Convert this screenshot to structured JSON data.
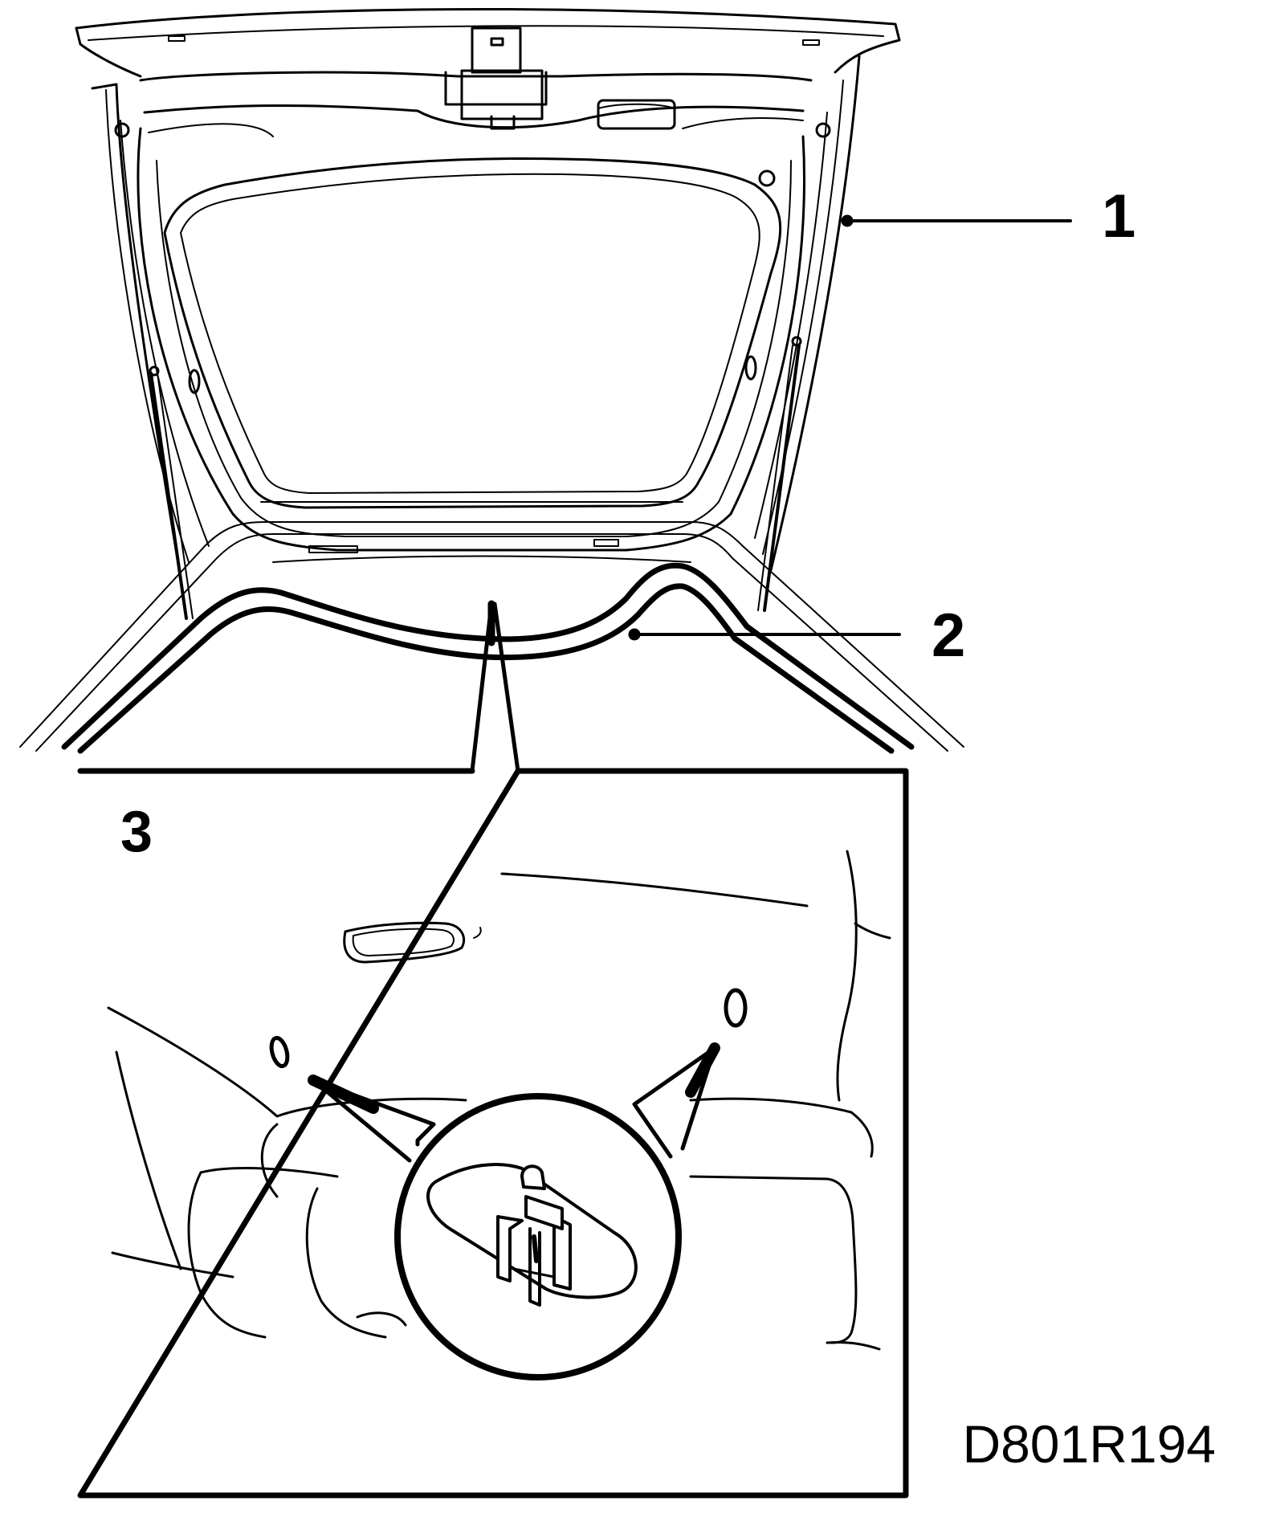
{
  "callouts": {
    "one": "1",
    "two": "2",
    "three": "3"
  },
  "figure_code": "D801R194",
  "colors": {
    "line": "#000000",
    "background": "#ffffff"
  }
}
